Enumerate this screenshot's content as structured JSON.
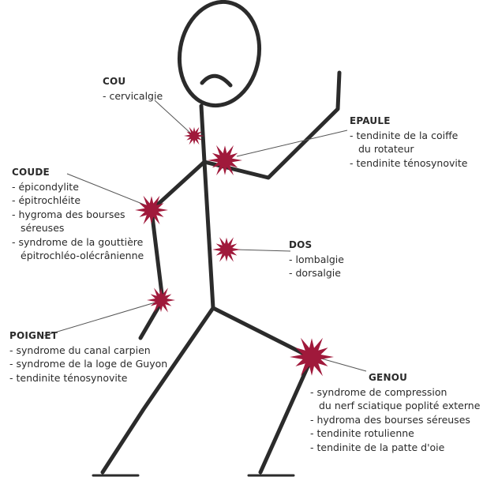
{
  "accent_color": "#a0193b",
  "regions": {
    "cou": {
      "title": "COU",
      "items": [
        [
          "- cervicalgie"
        ]
      ]
    },
    "epaule": {
      "title": "EPAULE",
      "items": [
        [
          "- tendinite de la coiffe",
          "du rotateur"
        ],
        [
          "- tendinite ténosynovite"
        ]
      ]
    },
    "coude": {
      "title": "COUDE",
      "items": [
        [
          "- épicondylite"
        ],
        [
          "- épitrochléite"
        ],
        [
          "- hygroma des bourses",
          "séreuses"
        ],
        [
          "- syndrome de la gouttière",
          "épitrochléo-olécrânienne"
        ]
      ]
    },
    "dos": {
      "title": "DOS",
      "items": [
        [
          "- lombalgie"
        ],
        [
          "- dorsalgie"
        ]
      ]
    },
    "poignet": {
      "title": "POIGNET",
      "items": [
        [
          "- syndrome du canal carpien"
        ],
        [
          "- syndrome de la loge de Guyon"
        ],
        [
          "- tendinite ténosynovite"
        ]
      ]
    },
    "genou": {
      "title": "GENOU",
      "items": [
        [
          "- syndrome de compression",
          "du nerf sciatique poplité externe"
        ],
        [
          "- hydroma des bourses séreuses"
        ],
        [
          "- tendinite rotulienne"
        ],
        [
          "- tendinite de la patte d'oie"
        ]
      ]
    }
  }
}
